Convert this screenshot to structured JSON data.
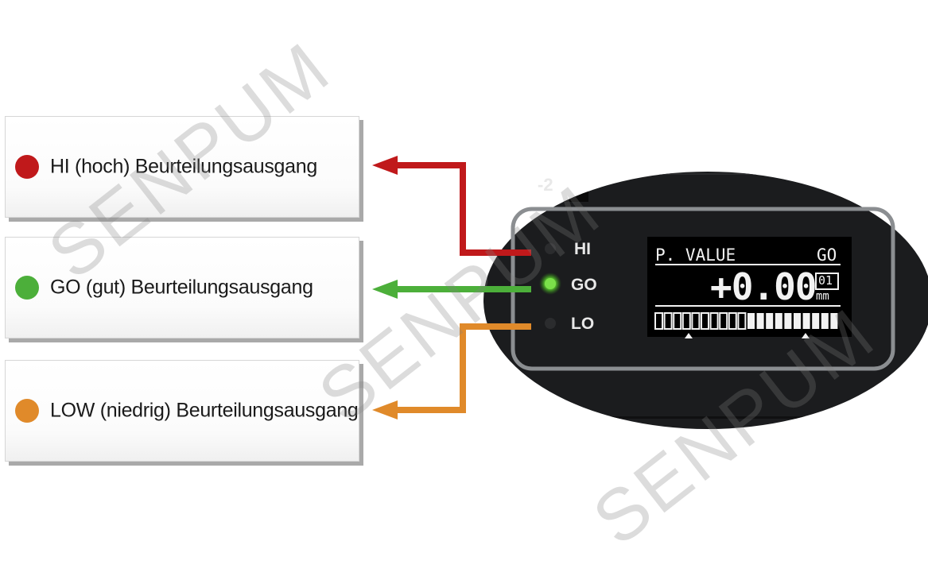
{
  "legend": [
    {
      "id": "hi",
      "label": "HI (hoch) Beurteilungsausgang",
      "color": "#c0191b"
    },
    {
      "id": "go",
      "label": "GO (gut) Beurteilungsausgang",
      "color": "#4caf3a"
    },
    {
      "id": "lo",
      "label": "LOW (niedrig) Beurteilungsausgang",
      "color": "#e08a2a"
    }
  ],
  "device": {
    "tab_label": "-2",
    "indicators": [
      {
        "label": "HI",
        "state": "off"
      },
      {
        "label": "GO",
        "state": "on"
      },
      {
        "label": "LO",
        "state": "off"
      }
    ],
    "display": {
      "mode": "P. VALUE",
      "judgement": "GO",
      "value": "+0.00",
      "resolution": "01",
      "unit": "mm",
      "bar_segments_lit": 10,
      "bar_segments_total": 20
    }
  },
  "watermark": "SENPUM",
  "colors": {
    "hi": "#c0191b",
    "go": "#4caf3a",
    "lo": "#e08a2a",
    "device_body": "#1b1c1e"
  }
}
